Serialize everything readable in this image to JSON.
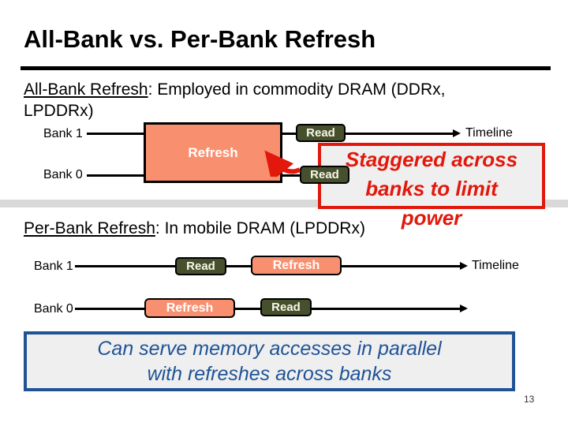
{
  "slide": {
    "title": "All-Bank vs. Per-Bank Refresh",
    "page_number": "13"
  },
  "all_bank": {
    "term": "All-Bank Refresh",
    "desc_line1": ": Employed in commodity DRAM (DDRx,",
    "desc_line2": "LPDDRx)"
  },
  "per_bank": {
    "term": "Per-Bank Refresh",
    "desc": ": In mobile DRAM (LPDDRx)"
  },
  "diagram_all_bank": {
    "bank1": "Bank 1",
    "bank0": "Bank 0",
    "refresh": "Refresh",
    "read_bank1": "Read",
    "read_bank0": "Read",
    "timeline": "Timeline"
  },
  "diagram_per_bank": {
    "bank1": "Bank 1",
    "bank0": "Bank 0",
    "read_bank1": "Read",
    "refresh_bank1": "Refresh",
    "refresh_bank0": "Refresh",
    "read_bank0": "Read",
    "timeline": "Timeline"
  },
  "callout_staggered": {
    "line1": "Staggered across",
    "line2": "banks to limit",
    "line3": "power"
  },
  "callout_parallel": {
    "line1": "Can serve memory accesses in parallel",
    "line2": "with refreshes across banks"
  },
  "colors": {
    "refresh_fill": "#F89070",
    "read_fill": "#47502C",
    "accent_red": "#E2180C",
    "accent_blue": "#1F5396",
    "stripe_gray": "#D9D9D9",
    "callout_bg": "#EFEFEF"
  }
}
